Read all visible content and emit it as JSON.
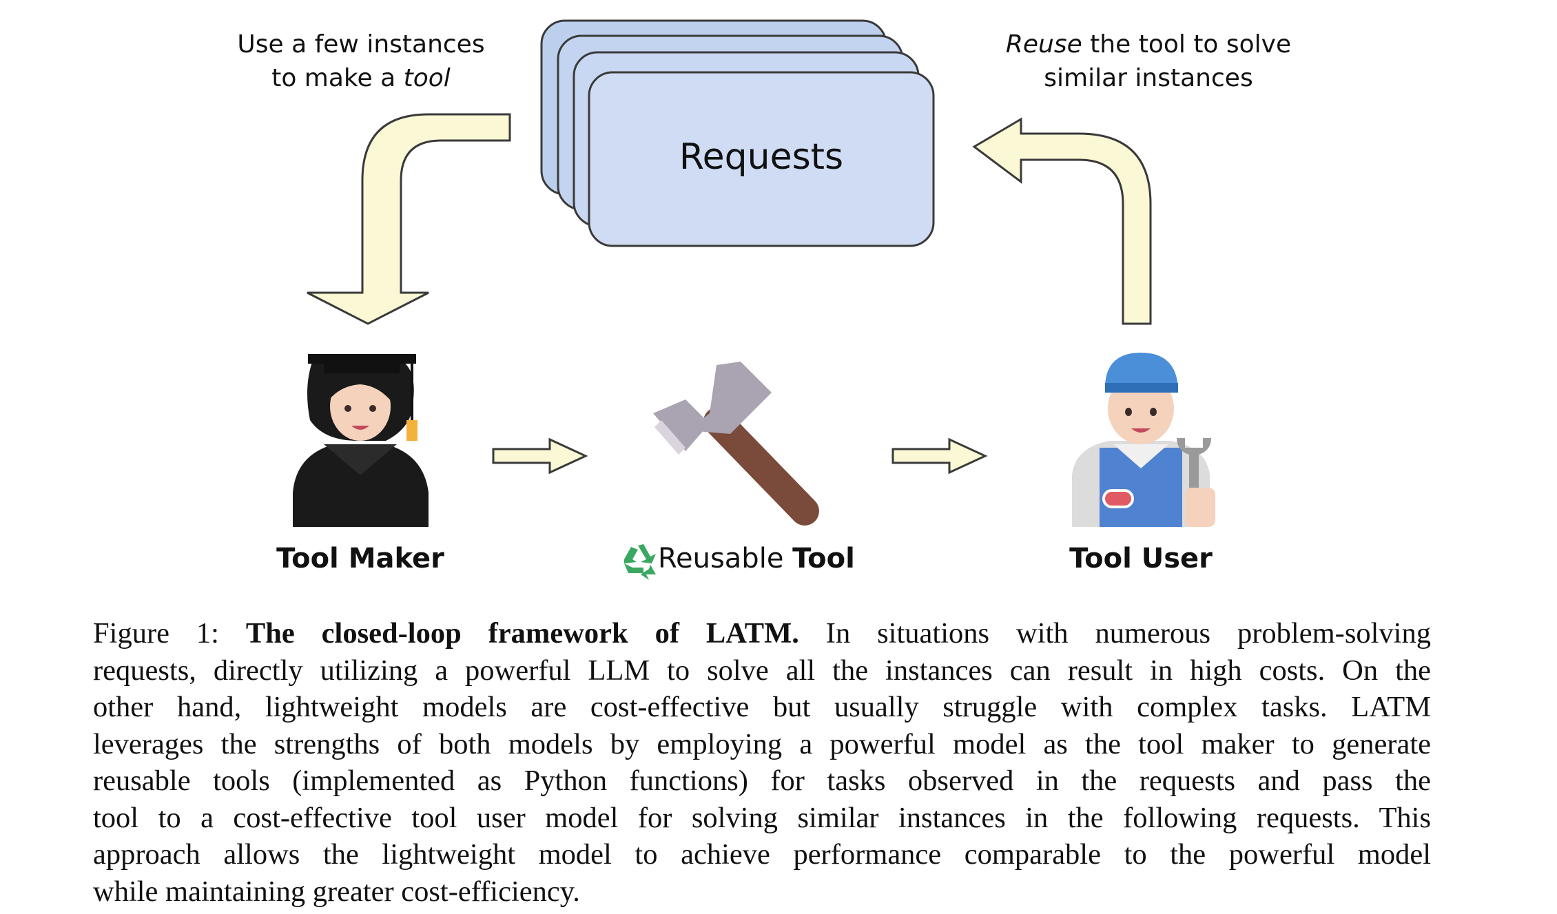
{
  "figure": {
    "left_note": {
      "line1": "Use a few instances",
      "line2_prefix": "to make a ",
      "line2_em": "tool"
    },
    "right_note": {
      "line1_em": "Reuse",
      "line1_rest": " the tool to solve",
      "line2": "similar instances"
    },
    "requests_label": "Requests",
    "tool_maker_label": "Tool Maker",
    "reusable_prefix": "Reusable ",
    "reusable_bold": "Tool",
    "tool_user_label": "Tool User",
    "icons": [
      "graduate-icon",
      "hammer-icon",
      "recycle-icon",
      "mechanic-icon",
      "arrow-icon"
    ]
  },
  "caption": {
    "figure_label": "Figure 1: ",
    "title": "The closed-loop framework of LATM.",
    "lines": [
      " In situations with numerous problem-solving",
      "requests, directly utilizing a powerful LLM to solve all the instances can result in high costs. On the",
      "other hand, lightweight models are cost-effective but usually struggle with complex tasks. LATM",
      "leverages the strengths of both models by employing a powerful model as the tool maker to generate",
      "reusable tools (implemented as Python functions) for tasks observed in the requests and pass the",
      "tool to a cost-effective tool user model for solving similar instances in the following requests. This",
      "approach allows the lightweight model to achieve performance comparable to the powerful model",
      "while maintaining greater cost-efficiency."
    ]
  },
  "colors": {
    "card_fill": "#cfdcf4",
    "card_fill_back": "#bcd0ee",
    "arrow_fill": "#fbf8d6",
    "stroke": "#3a3a3a",
    "hammer_handle": "#7a4a3a",
    "hammer_head": "#a9a3b2",
    "cap_blue": "#4a8fd8",
    "overall_blue": "#4f82d0",
    "recycle_green": "#3aa861"
  }
}
